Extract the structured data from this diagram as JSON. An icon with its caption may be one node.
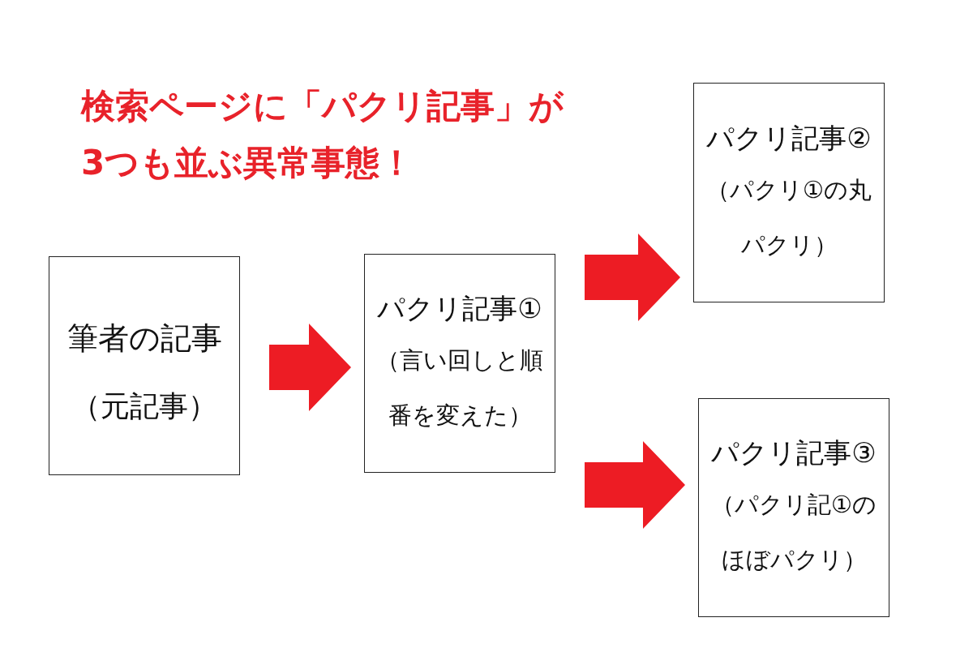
{
  "diagram": {
    "title": "検索ページに「パクリ記事」が3つも並ぶ異常事態！",
    "nodes": [
      {
        "text": [
          "筆者の記事",
          "（元記事）"
        ]
      },
      {
        "text": [
          "パクリ記事①",
          "（言い回しと順番を変えた）"
        ]
      },
      {
        "text": [
          "パクリ記事②",
          "（パクリ①の丸パクリ）"
        ]
      },
      {
        "text": [
          "パクリ記事③",
          "（パクリ記①のほぼパクリ）"
        ]
      }
    ],
    "edges": [
      {
        "from": 0,
        "to": 1,
        "arrow": "to"
      },
      {
        "from": 1,
        "to": 2,
        "arrow": "to"
      },
      {
        "from": 1,
        "to": 3,
        "arrow": "to"
      }
    ]
  }
}
